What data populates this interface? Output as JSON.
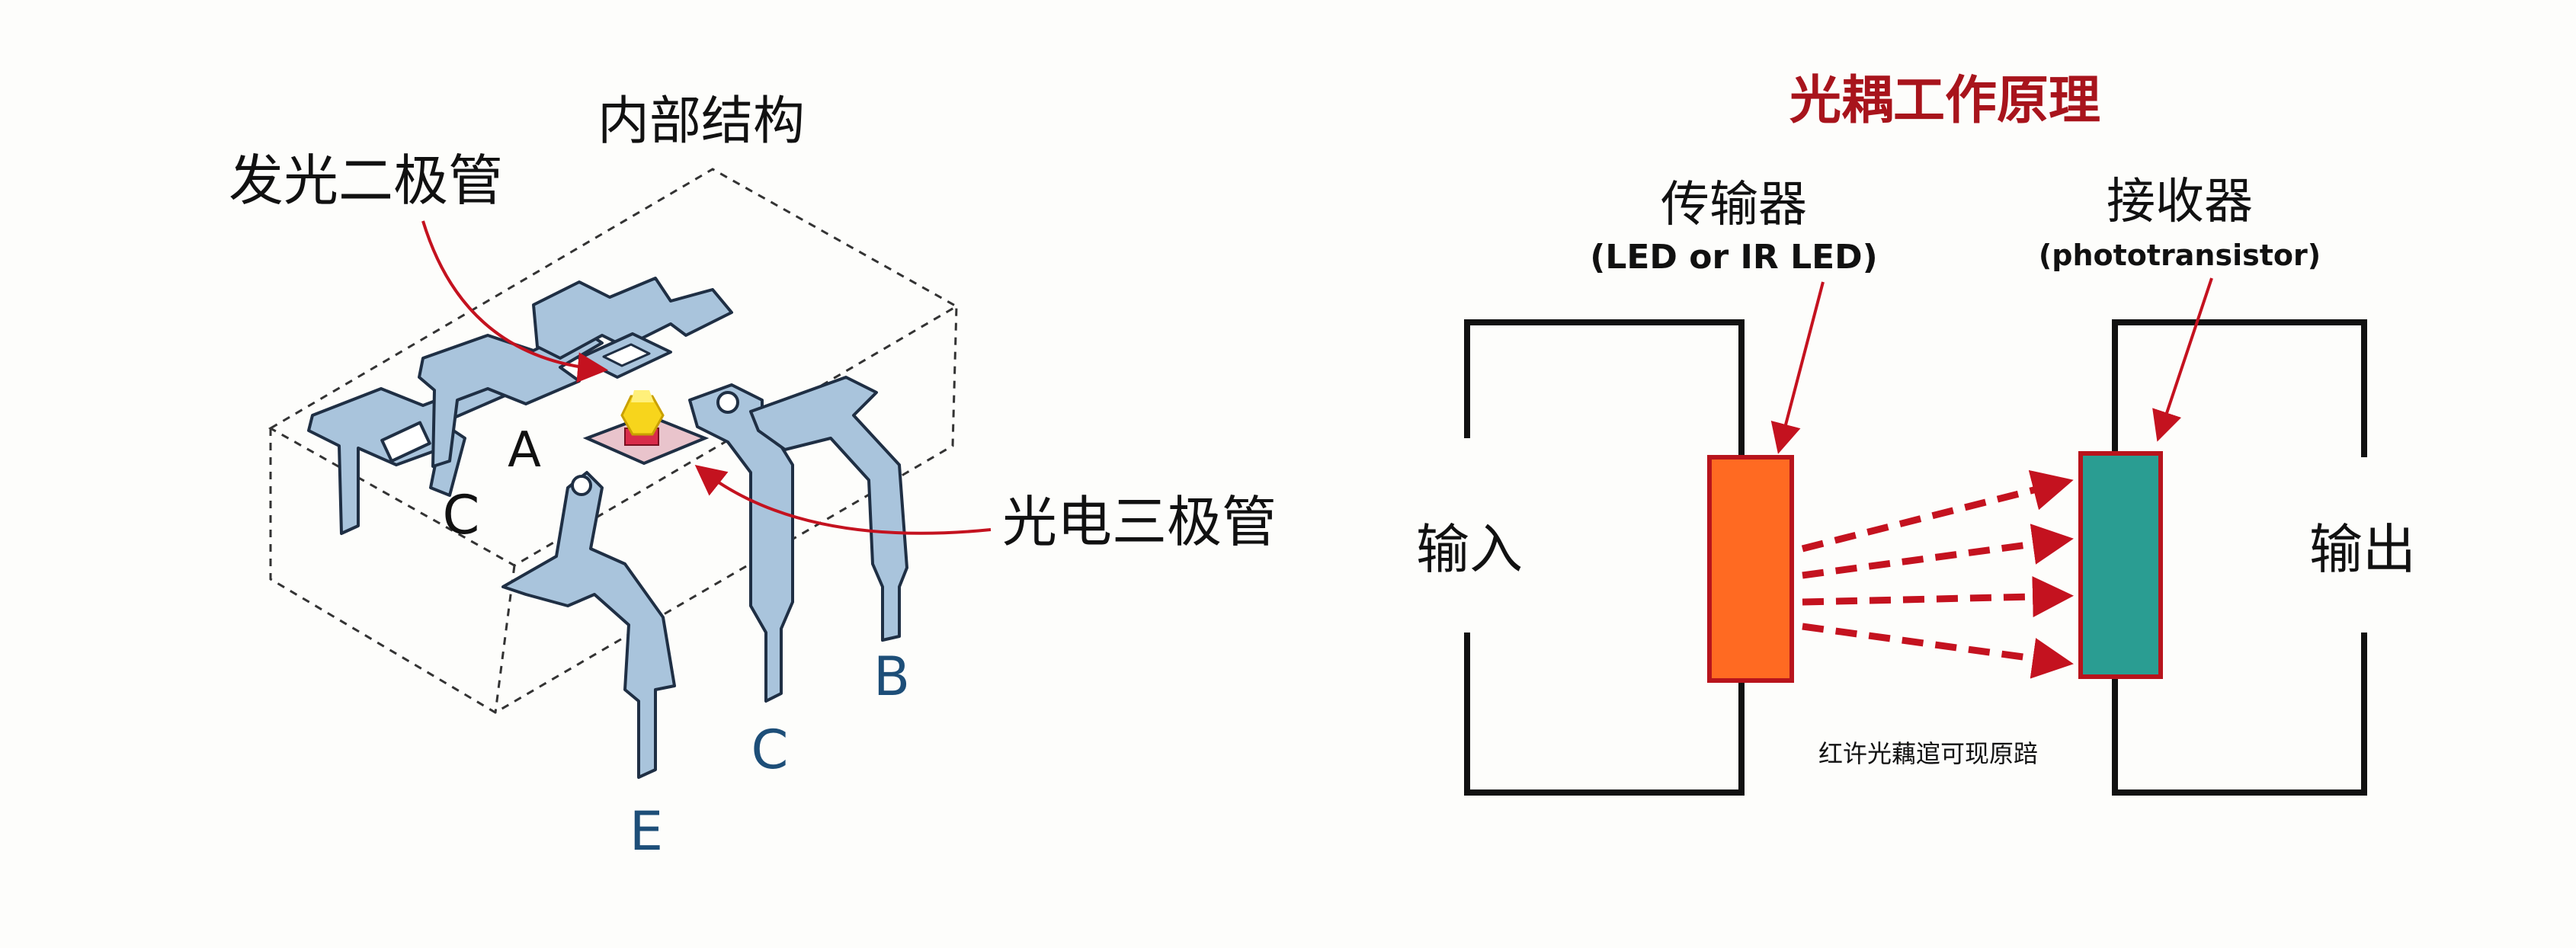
{
  "left": {
    "title": "内部结构",
    "led_label": "发光二极管",
    "phototransistor_label": "光电三极管",
    "pins": {
      "a": "A",
      "c_top": "C",
      "e": "E",
      "c_bottom": "C",
      "b": "B"
    }
  },
  "right": {
    "title": "光耦工作原理",
    "transmitter_title": "传输器",
    "transmitter_sub": "(LED or IR LED)",
    "receiver_title": "接收器",
    "receiver_sub": "(phototransistor)",
    "input_label": "输入",
    "output_label": "输出",
    "caption": "红许光藕逭可现原踣"
  },
  "colors": {
    "title_red": "#a8141c",
    "arrow_red": "#c4121f",
    "pin_fill": "#a9c4dc",
    "pin_stroke": "#1f2f44",
    "pin_label_blue": "#1d4e78",
    "led_block": "#ff6a22",
    "receiver_block": "#2a9d92",
    "led_chip_yellow": "#f7d51c"
  }
}
